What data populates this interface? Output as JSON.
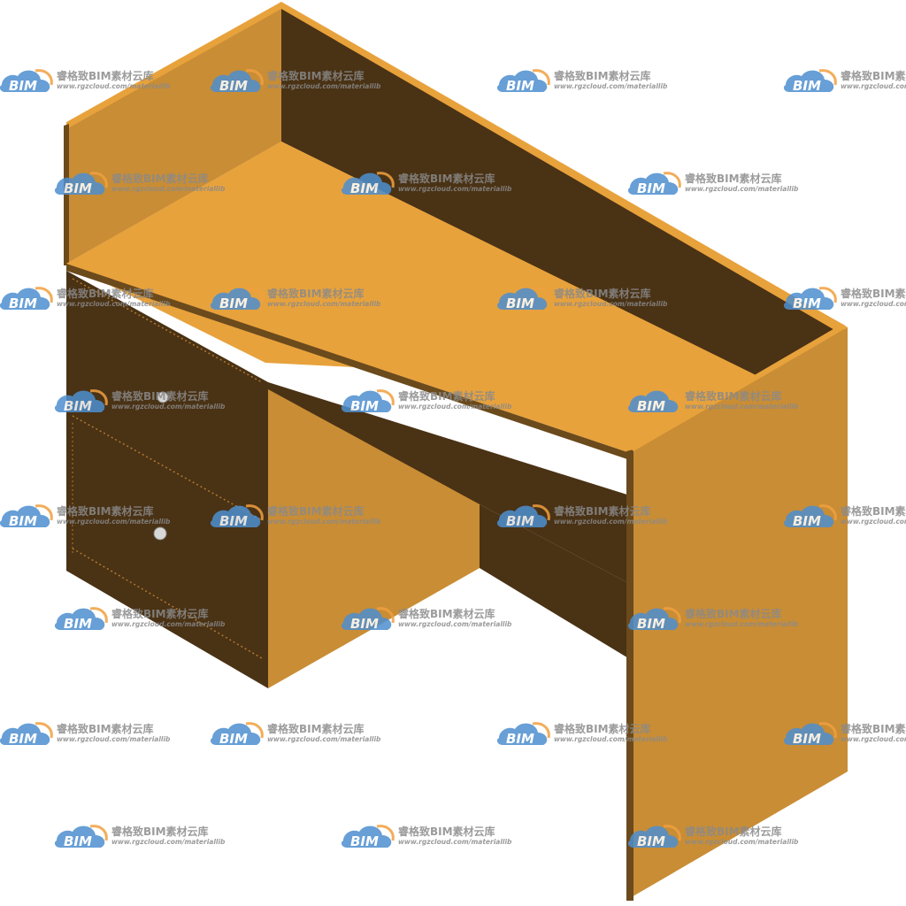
{
  "model": {
    "name": "desk",
    "colors": {
      "top": "#e8a23c",
      "light_side": "#c98d35",
      "mid_side": "#b07a2c",
      "dark_panel": "#4a3215",
      "edge": "#6b4a1c",
      "knob": "#d8d8d8"
    }
  },
  "watermark": {
    "logo_text": "BIM",
    "title": "睿格致BIM素材云库",
    "url": "www.rgzcloud.com/materiallib",
    "logo_color": "#4d8fd0",
    "swoosh_color": "#f0a040",
    "text_color": "#8a8a8a"
  }
}
